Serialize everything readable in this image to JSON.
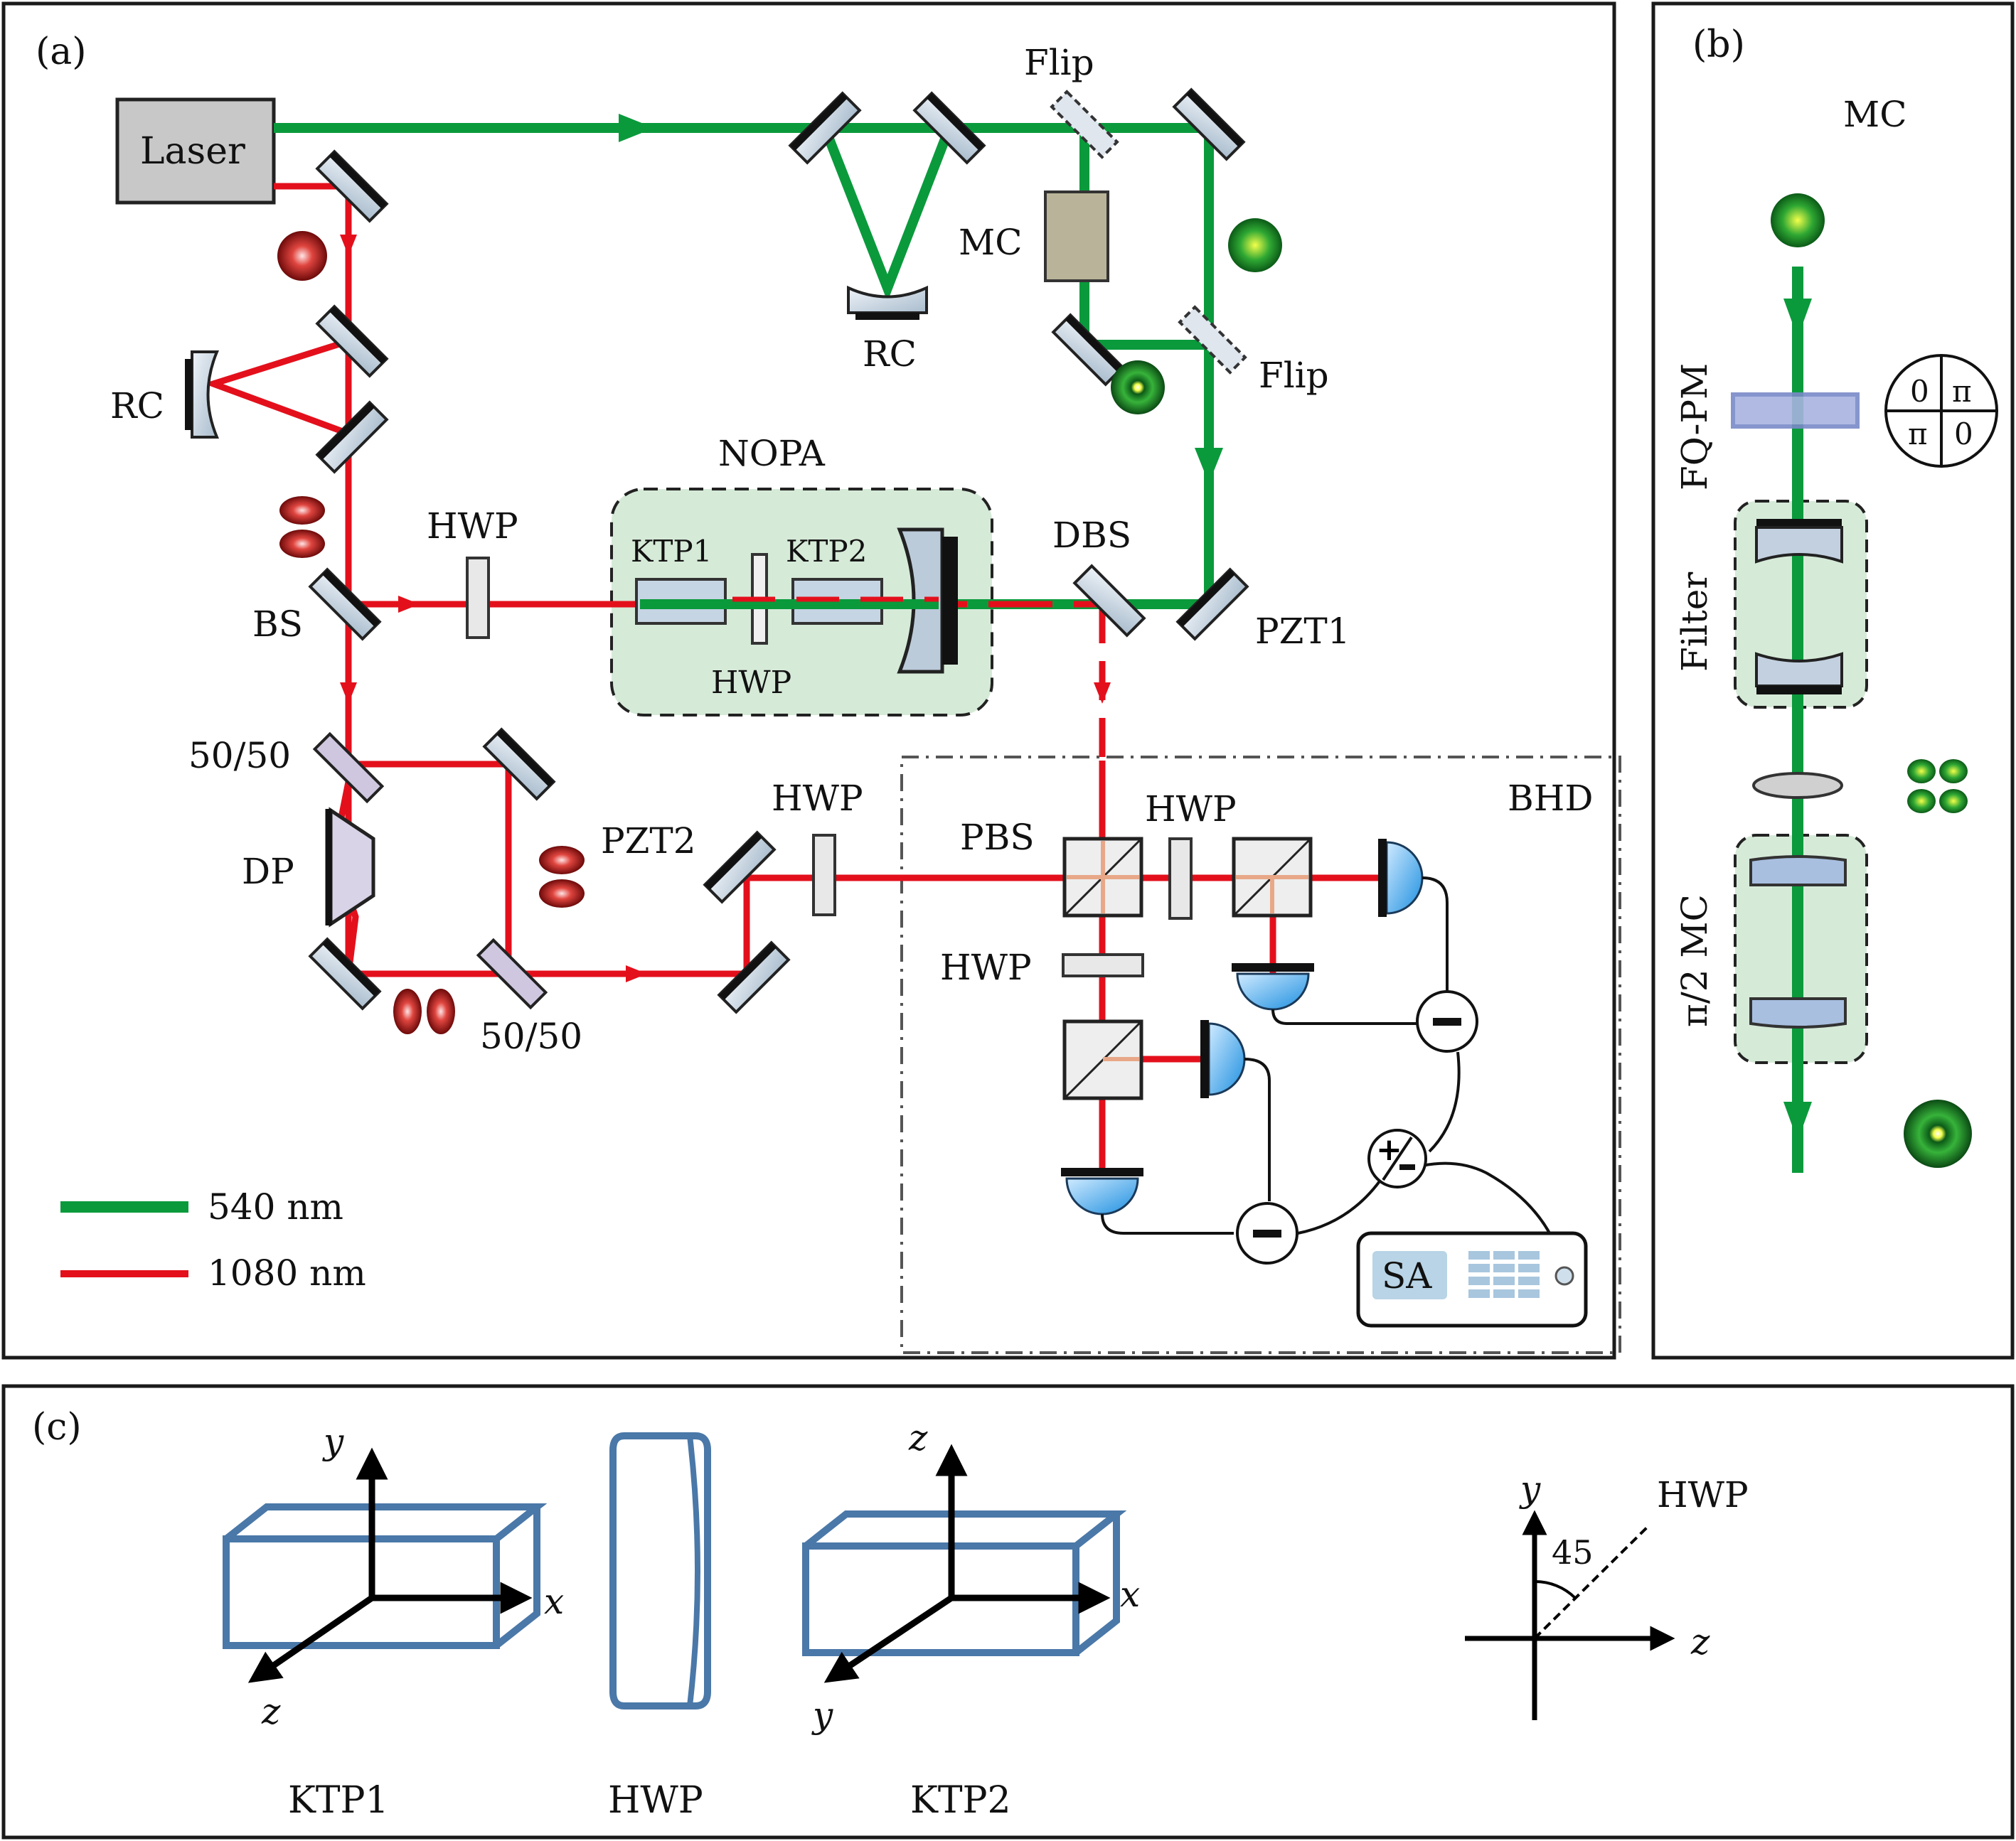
{
  "panels": {
    "a": "(a)",
    "b": "(b)",
    "c": "(c)"
  },
  "panel_a": {
    "laser": "Laser",
    "rc_top": "RC",
    "rc_left": "RC",
    "flip_top": "Flip",
    "flip_mid": "Flip",
    "mc": "MC",
    "nopa": "NOPA",
    "ktp1": "KTP1",
    "ktp2": "KTP2",
    "hwp_inner": "HWP",
    "hwp_top": "HWP",
    "dbs": "DBS",
    "pzt1": "PZT1",
    "bs": "BS",
    "split1": "50/50",
    "split2": "50/50",
    "dp": "DP",
    "pzt2": "PZT2",
    "hwp_pzt2": "HWP",
    "bhd": "BHD",
    "pbs": "PBS",
    "hwp_bhd1": "HWP",
    "hwp_bhd2": "HWP",
    "sa": "SA",
    "minus": "−",
    "plusminus": "+/−",
    "legend": [
      {
        "label": "540 nm",
        "color": "#0a9a3c"
      },
      {
        "label": "1080 nm",
        "color": "#e3101c"
      }
    ]
  },
  "panel_b": {
    "mc": "MC",
    "fqpm": "FQ-PM",
    "filter": "Filter",
    "pi2mc": "π/2 MC",
    "phase": [
      "0",
      "π",
      "π",
      "0"
    ]
  },
  "panel_c": {
    "ktp1": "KTP1",
    "hwp": "HWP",
    "ktp2": "KTP2",
    "ktp1_axes": {
      "up": "y",
      "right": "x",
      "diag": "z"
    },
    "ktp2_axes": {
      "up": "z",
      "right": "x",
      "diag": "y"
    },
    "hwp_axes": {
      "up": "y",
      "right": "z",
      "angle": "45",
      "label": "HWP"
    }
  },
  "colors": {
    "green": "#0a9a3c",
    "red": "#e3101c",
    "crystal": "#4a78a8",
    "nopa_fill": "#d6ead8"
  }
}
